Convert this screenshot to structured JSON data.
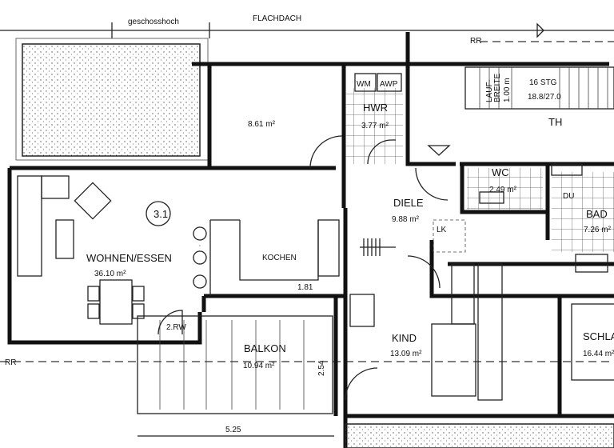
{
  "header": {
    "storey_height_label": "geschosshoch",
    "roof_label": "FLACHDACH",
    "rr_top": "RR",
    "rr_left": "RR"
  },
  "apartment_number": "3.1",
  "rooms": {
    "storage": {
      "area": "8.61 m²"
    },
    "hwr": {
      "name": "HWR",
      "area": "3.77 m²",
      "wm": "WM",
      "awp": "AWP"
    },
    "stairs": {
      "name": "TH",
      "steps": "16 STG",
      "ratio": "18.8/27.0",
      "width_label": "LAUF-",
      "width_label2": "BREITE",
      "width_value": "1.00 m"
    },
    "wohnen": {
      "name": "WOHNEN/ESSEN",
      "area": "36.10 m²"
    },
    "kochen": {
      "name": "KOCHEN",
      "dim": "1.81"
    },
    "diele": {
      "name": "DIELE",
      "area": "9.88 m²",
      "lk": "LK"
    },
    "wc": {
      "name": "WC",
      "area": "2.49 m²"
    },
    "bad": {
      "name": "BAD",
      "area": "7.26 m²",
      "du": "DU"
    },
    "balkon": {
      "name": "BALKON",
      "area": "10.94 m²",
      "rw": "2.RW",
      "dim_width": "5.25",
      "dim_depth": "2.54"
    },
    "kind": {
      "name": "KIND",
      "area": "13.09 m²"
    },
    "schlaf": {
      "name": "SCHLA",
      "area": "16.44 m²"
    }
  }
}
